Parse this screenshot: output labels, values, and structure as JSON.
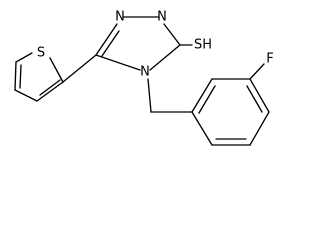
{
  "molecule": {
    "atoms": {
      "n_top_left": "N",
      "n_top_right": "N",
      "n_ring": "N",
      "sulfur_thiophene": "S",
      "thiol": "SH",
      "fluorine": "F"
    }
  }
}
